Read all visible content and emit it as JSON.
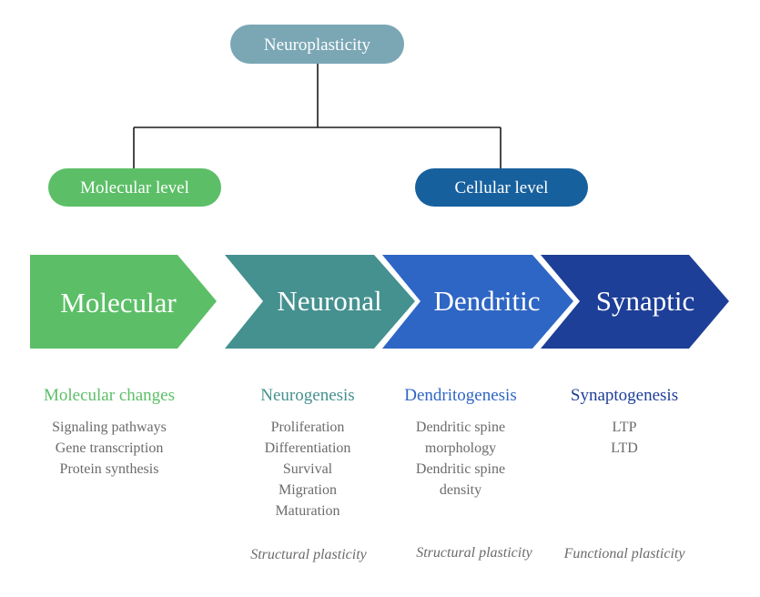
{
  "root": {
    "label": "Neuroplasticity",
    "color": "#7ba7b5"
  },
  "branches": [
    {
      "label": "Molecular level",
      "color": "#5cbf67"
    },
    {
      "label": "Cellular level",
      "color": "#17609e"
    }
  ],
  "stages": [
    {
      "label": "Molecular",
      "color": "#5cbf67"
    },
    {
      "label": "Neuronal",
      "color": "#44918f"
    },
    {
      "label": "Dendritic",
      "color": "#2e66c5"
    },
    {
      "label": "Synaptic",
      "color": "#1e3f98"
    }
  ],
  "columns": [
    {
      "heading": "Molecular changes",
      "color": "#5cbf67",
      "items": [
        "Signaling pathways",
        "Gene transcription",
        "Protein synthesis"
      ]
    },
    {
      "heading": "Neurogenesis",
      "color": "#44918f",
      "items": [
        "Proliferation",
        "Differentiation",
        "Survival",
        "Migration",
        "Maturation"
      ]
    },
    {
      "heading": "Dendritogenesis",
      "color": "#2e66c5",
      "items": [
        "Dendritic spine",
        "morphology",
        "Dendritic spine",
        "density"
      ]
    },
    {
      "heading": "Synaptogenesis",
      "color": "#1e3f98",
      "items": [
        "LTP",
        "LTD"
      ]
    }
  ],
  "notes": [
    "Structural plasticity",
    "Structural plasticity",
    "Functional plasticity"
  ]
}
